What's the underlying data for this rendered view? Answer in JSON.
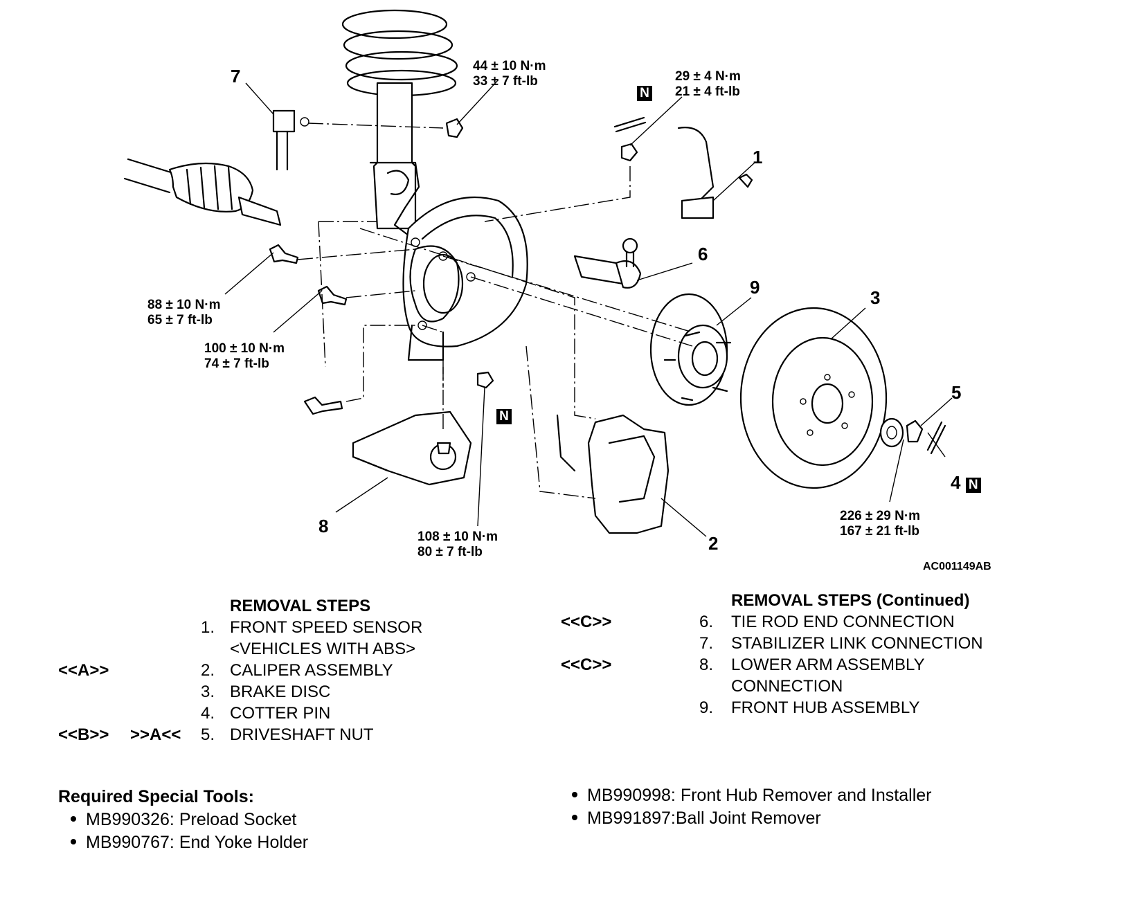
{
  "diagram": {
    "torque_labels": [
      {
        "nm": "44 ± 10 N·m",
        "ftlb": "33 ± 7 ft-lb"
      },
      {
        "nm": "29 ± 4 N·m",
        "ftlb": "21 ± 4 ft-lb"
      },
      {
        "nm": "88 ± 10 N·m",
        "ftlb": "65 ± 7 ft-lb"
      },
      {
        "nm": "100 ± 10 N·m",
        "ftlb": "74 ± 7 ft-lb"
      },
      {
        "nm": "108 ± 10 N·m",
        "ftlb": "80 ± 7 ft-lb"
      },
      {
        "nm": "226 ± 29 N·m",
        "ftlb": "167 ± 21 ft-lb"
      }
    ],
    "callouts": [
      "7",
      "1",
      "6",
      "9",
      "3",
      "5",
      "4",
      "8",
      "2"
    ],
    "n_marker": "N",
    "figure_code": "AC001149AB"
  },
  "removal_steps": {
    "heading": "REMOVAL STEPS",
    "items": [
      {
        "ref": "",
        "ref2": "",
        "num": "1.",
        "text": "FRONT SPEED SENSOR"
      },
      {
        "ref": "",
        "ref2": "",
        "num": "",
        "text": "<VEHICLES WITH ABS>"
      },
      {
        "ref": "<<A>>",
        "ref2": "",
        "num": "2.",
        "text": "CALIPER ASSEMBLY"
      },
      {
        "ref": "",
        "ref2": "",
        "num": "3.",
        "text": "BRAKE DISC"
      },
      {
        "ref": "",
        "ref2": "",
        "num": "4.",
        "text": "COTTER PIN"
      },
      {
        "ref": "<<B>>",
        "ref2": ">>A<<",
        "num": "5.",
        "text": "DRIVESHAFT NUT"
      }
    ]
  },
  "removal_steps_continued": {
    "heading": "REMOVAL STEPS  (Continued)",
    "items": [
      {
        "ref": "<<C>>",
        "num": "6.",
        "text": "TIE ROD END CONNECTION"
      },
      {
        "ref": "",
        "num": "7.",
        "text": "STABILIZER LINK CONNECTION"
      },
      {
        "ref": "<<C>>",
        "num": "8.",
        "text": "LOWER ARM ASSEMBLY"
      },
      {
        "ref": "",
        "num": "",
        "text": "CONNECTION"
      },
      {
        "ref": "",
        "num": "9.",
        "text": "FRONT HUB ASSEMBLY"
      }
    ]
  },
  "special_tools": {
    "heading": "Required Special Tools:",
    "left": [
      "MB990326: Preload Socket",
      "MB990767: End Yoke Holder"
    ],
    "right": [
      "MB990998: Front Hub Remover and Installer",
      "MB991897:Ball Joint Remover"
    ]
  }
}
